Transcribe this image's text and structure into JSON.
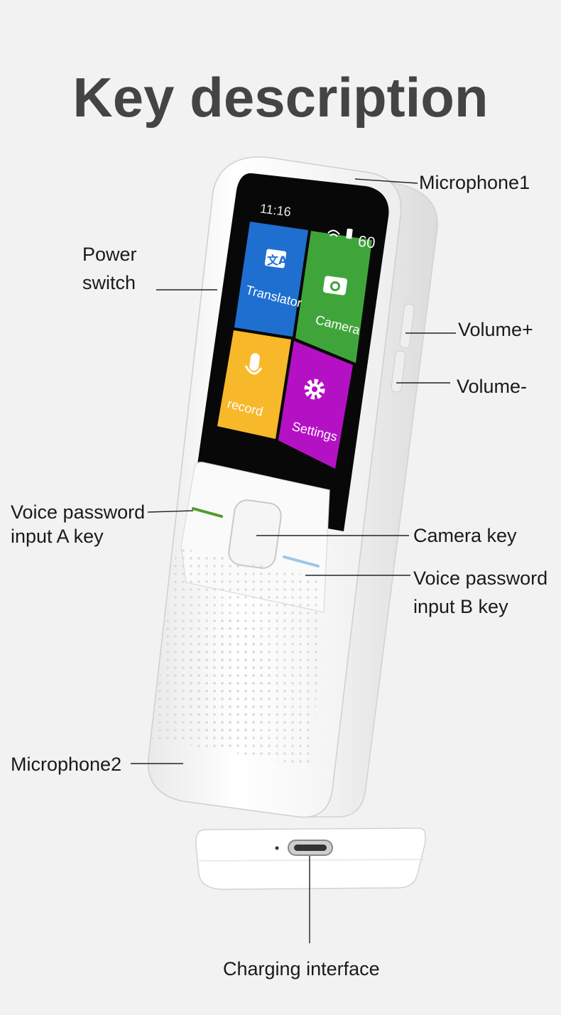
{
  "title": "Key description",
  "device": {
    "status_time": "11:16",
    "battery": "60",
    "tiles": [
      {
        "label": "Translator",
        "icon": "translate-icon",
        "color": "#1f6fd1"
      },
      {
        "label": "Camera",
        "icon": "camera-icon",
        "color": "#3fa53b"
      },
      {
        "label": "record",
        "icon": "microphone-icon",
        "color": "#f7b82a"
      },
      {
        "label": "Settings",
        "icon": "gear-icon",
        "color": "#b411c4"
      }
    ],
    "accent_a": "#4e9d2a",
    "accent_b": "#9cc7e8"
  },
  "labels": {
    "microphone1": "Microphone1",
    "power_switch_1": "Power",
    "power_switch_2": "switch",
    "volume_up": "Volume+",
    "volume_down": "Volume-",
    "voice_a_1": "Voice password",
    "voice_a_2": "input A key",
    "camera_key": "Camera key",
    "voice_b_1": "Voice password",
    "voice_b_2": "input B key",
    "microphone2": "Microphone2",
    "charging": "Charging interface"
  }
}
